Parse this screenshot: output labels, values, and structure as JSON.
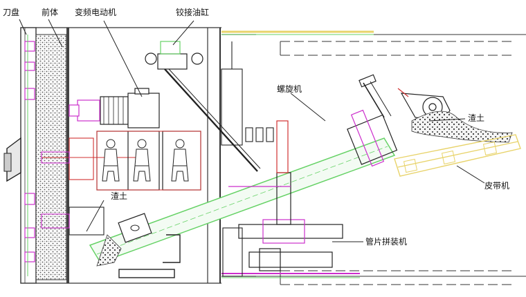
{
  "labels": {
    "cutter_head": "刀盘",
    "front_body": "前体",
    "vfd_motor": "变频电动机",
    "articulation_cylinder": "铰接油缸",
    "screw_conveyor": "螺旋机",
    "muck_right": "渣土",
    "belt_conveyor": "皮带机",
    "muck_left": "渣土",
    "segment_erector": "管片拼装机"
  },
  "colors": {
    "line": "#3a3a3a",
    "dark": "#1e1e1e",
    "magenta": "#cc2fcc",
    "green": "#66d266",
    "yellow": "#e8d36a",
    "red": "#d03030",
    "cyan": "#40c0d0",
    "hatch": "#555555"
  }
}
